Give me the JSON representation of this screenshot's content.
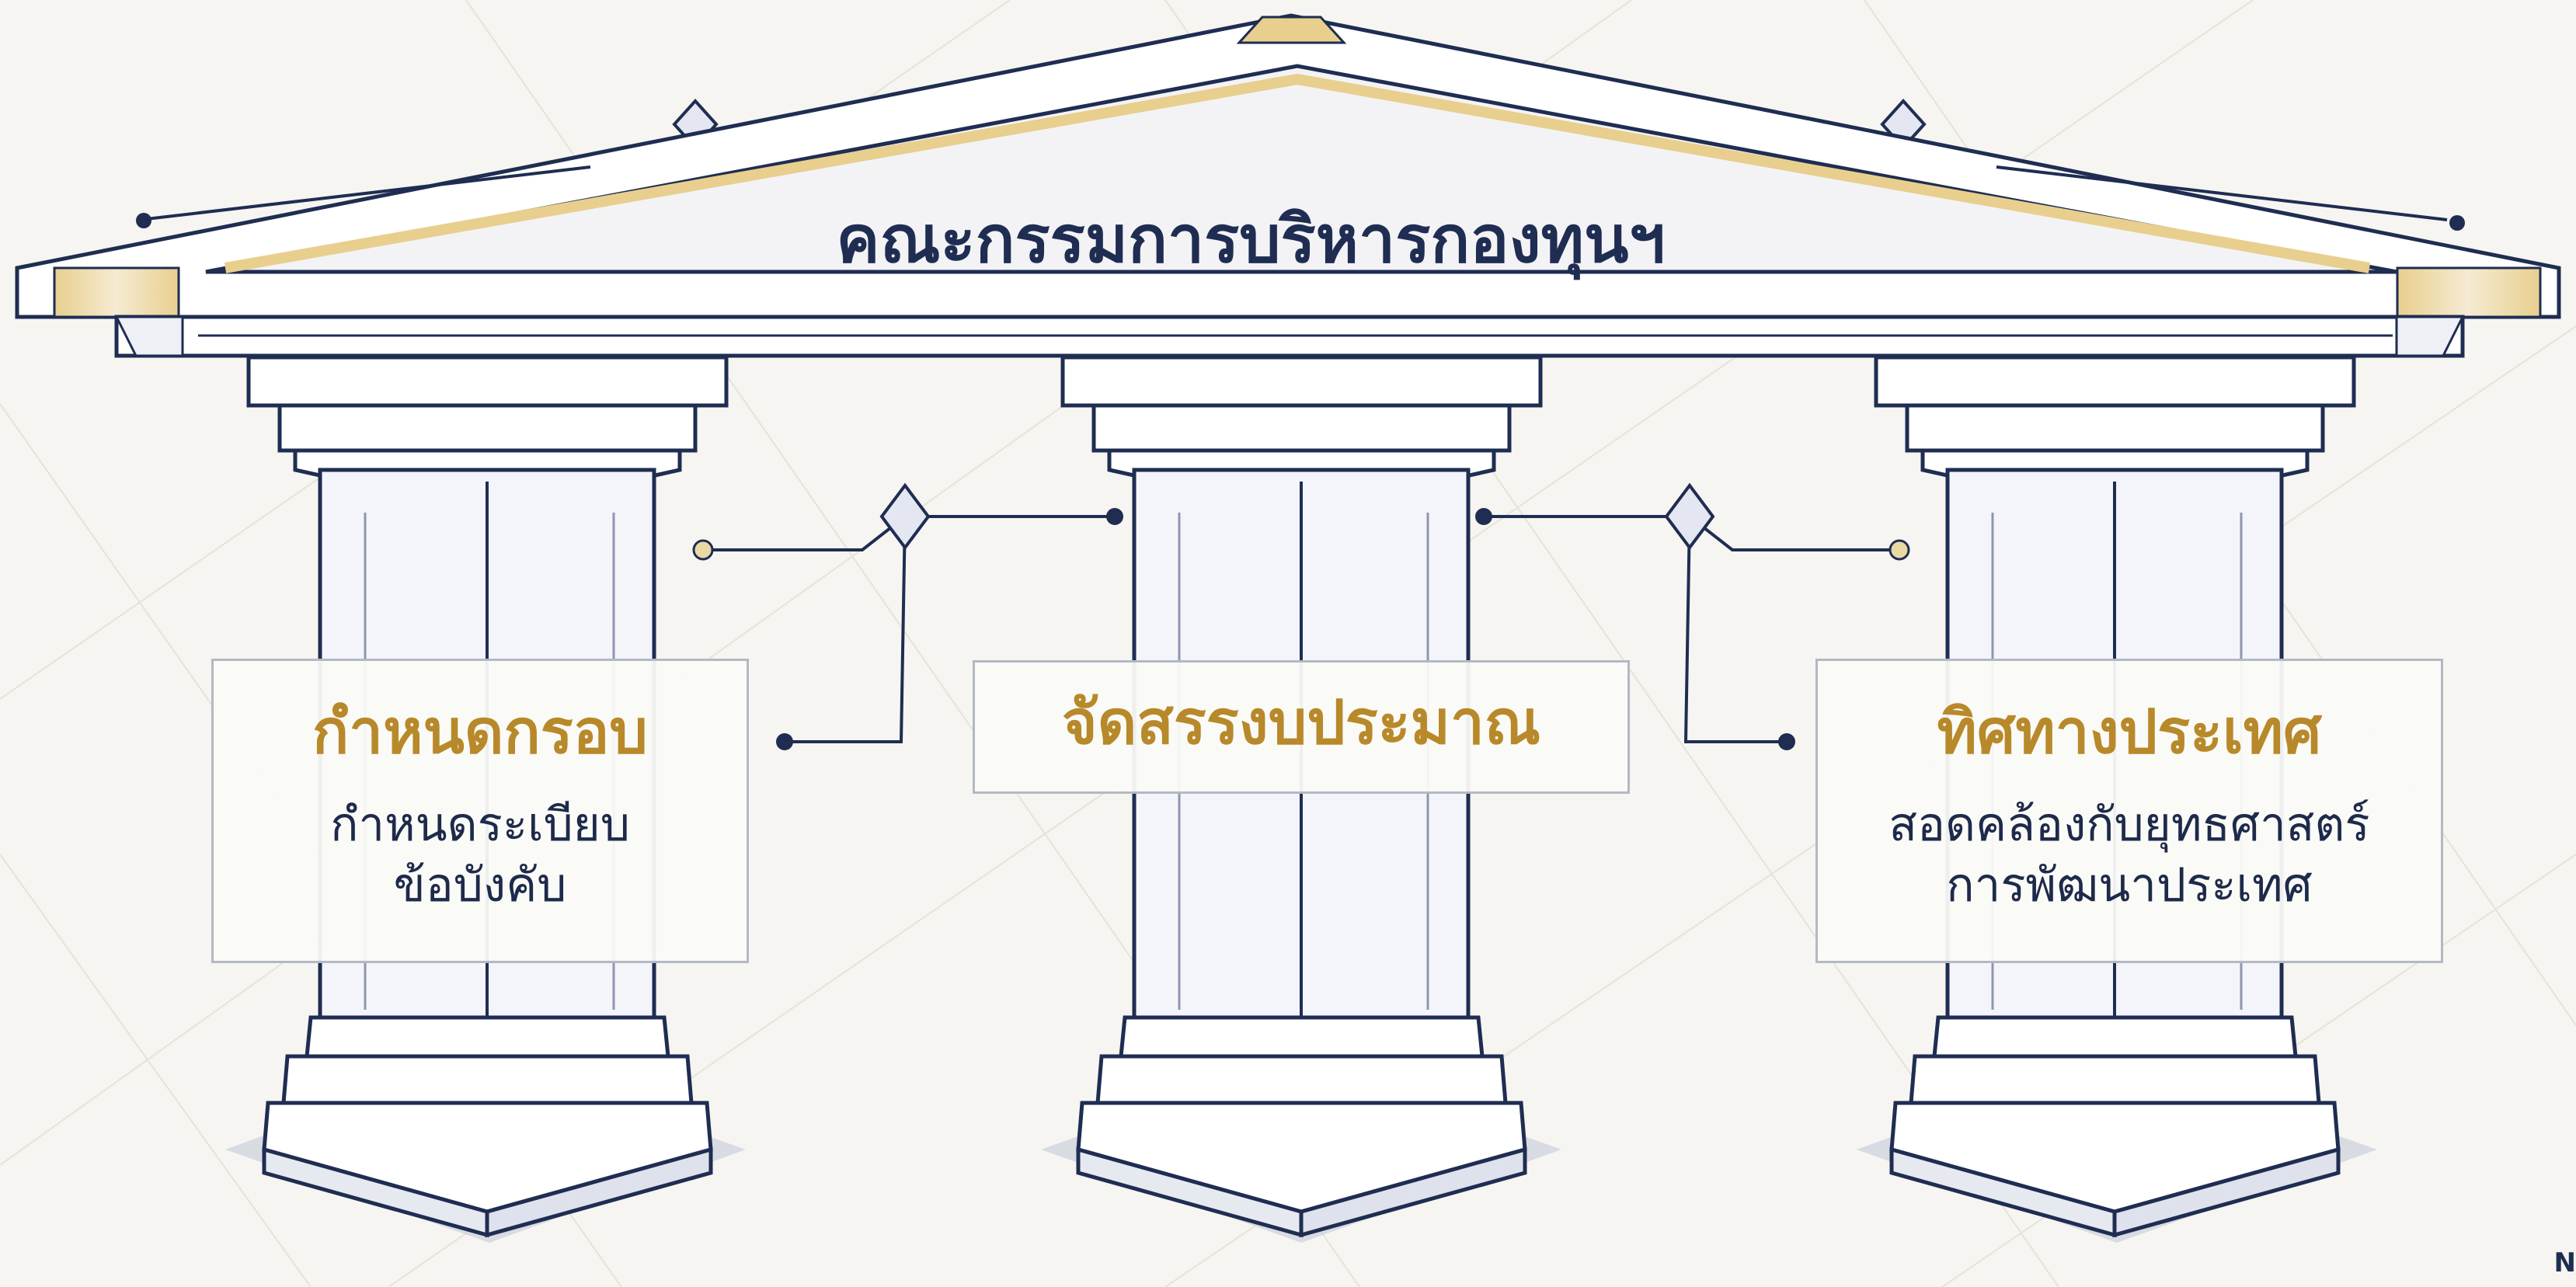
{
  "title": "คณะกรรมการบริหารกองทุนฯ",
  "pillars": [
    {
      "heading": "กำหนดกรอบ",
      "lines": [
        "กำหนดระเบียบ",
        "ข้อบังคับ"
      ]
    },
    {
      "heading": "จัดสรรงบประมาณ",
      "lines": []
    },
    {
      "heading": "ทิศทางประเทศ",
      "lines": [
        "สอดคล้องกับยุทธศาสตร์",
        "การพัฒนาประเทศ"
      ]
    }
  ],
  "colors": {
    "navy": "#1f2d52",
    "gold": "#b8892a",
    "line": "#b4b8c4",
    "background": "#f6f5f1"
  },
  "icons": {
    "connector_nodes": "diamond-node-icon",
    "corner_mark": "watermark-logo"
  },
  "watermark": "N"
}
